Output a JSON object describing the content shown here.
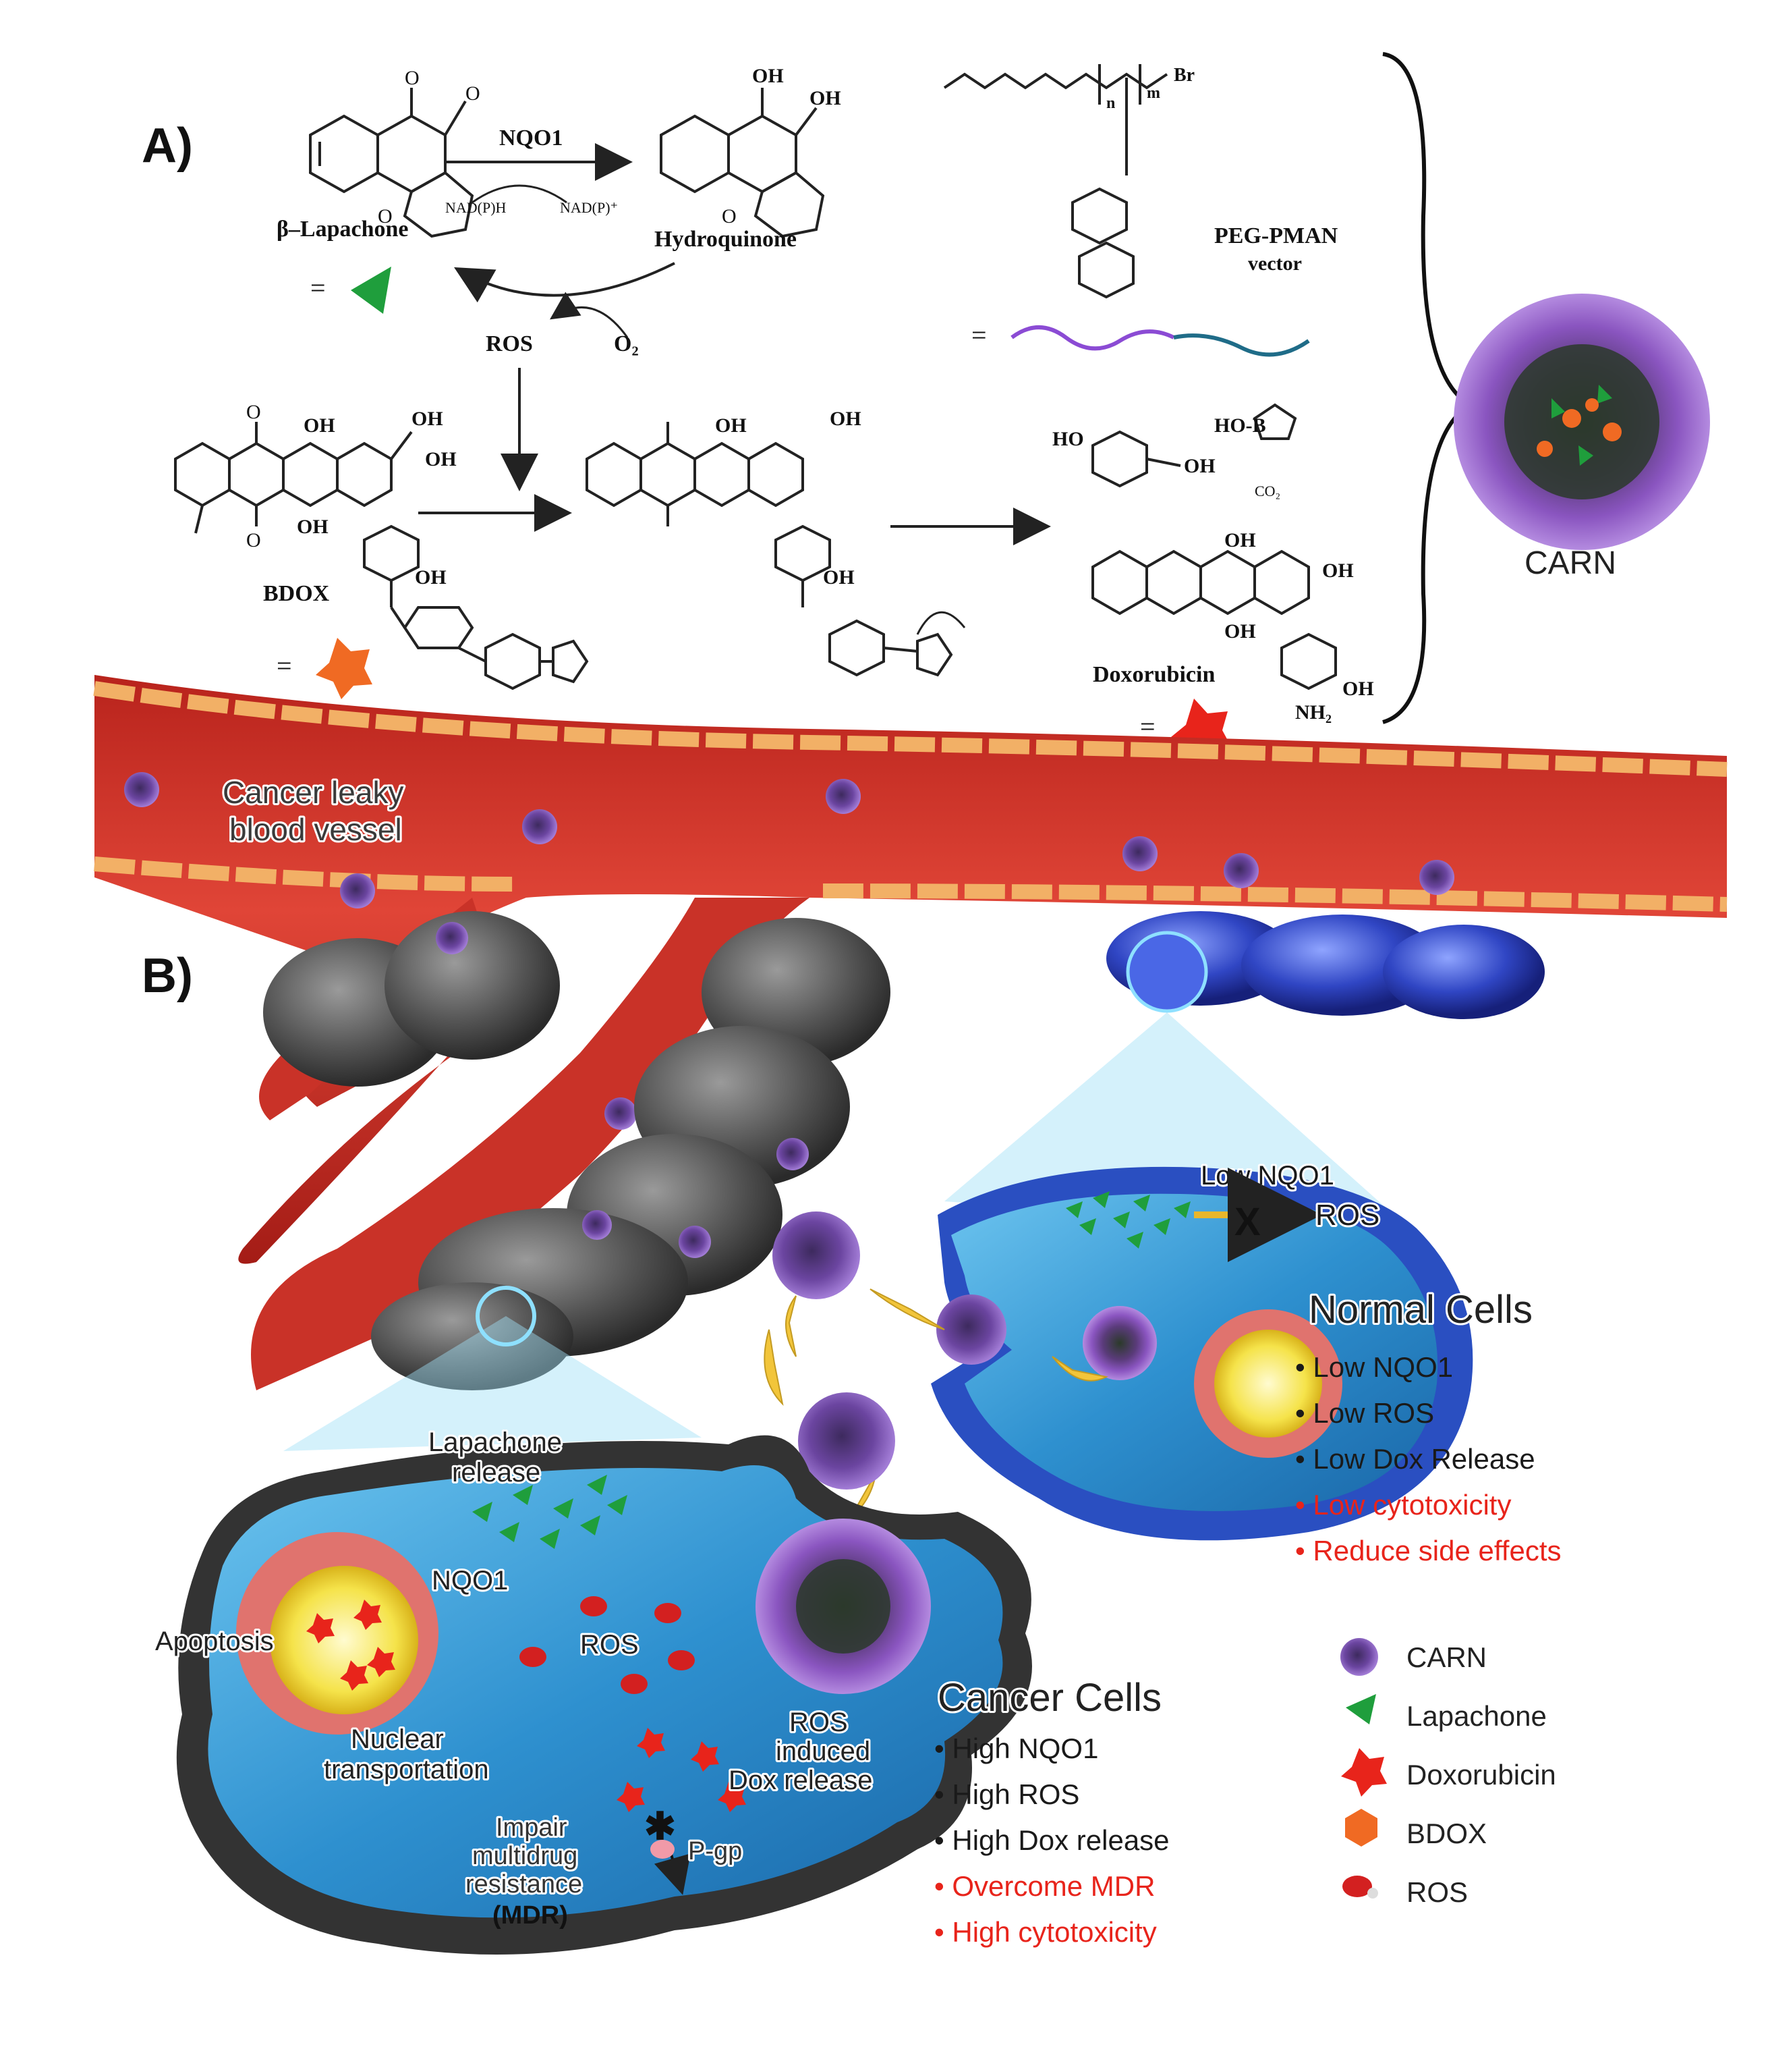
{
  "panel_a": {
    "label": "A)",
    "nqo1_arrow": "NQO1",
    "nadph": "NAD(P)H",
    "nadp": "NAD(P)⁺",
    "lapachone": "β–Lapachone",
    "hydroquinone": "Hydroquinone",
    "ros": "ROS",
    "o2": "O₂",
    "peg_label": "PEG-PMAN",
    "vector_label": "vector",
    "bdox": "BDOX",
    "doxorubicin": "Doxorubicin",
    "co2": "CO₂",
    "carn": "CARN",
    "equals": "=",
    "oh": "OH",
    "nh2": "NH₂",
    "br": "Br",
    "m": "m",
    "n": "n"
  },
  "panel_b": {
    "label": "B)",
    "vessel_line1": "Cancer leaky",
    "vessel_line2": "blood vessel",
    "low_nqo1": "Low NQO1",
    "ros_blocked": "ROS",
    "blocked_mark": "X",
    "normal_title": "Normal Cells",
    "normal_items": [
      {
        "text": "Low NQO1",
        "color": "#1a1a1a"
      },
      {
        "text": "Low ROS",
        "color": "#1a1a1a"
      },
      {
        "text": "Low Dox Release",
        "color": "#1a1a1a"
      },
      {
        "text": "Low cytotoxicity",
        "color": "#e8241b"
      },
      {
        "text": "Reduce side effects",
        "color": "#e8241b"
      }
    ],
    "lapachone_release_1": "Lapachone",
    "lapachone_release_2": "release",
    "nqo1": "NQO1",
    "ros": "ROS",
    "apoptosis": "Apoptosis",
    "nuclear_1": "Nuclear",
    "nuclear_2": "transportation",
    "ros_induced_1": "ROS",
    "ros_induced_2": "induced",
    "ros_induced_3": "Dox release",
    "impair_1": "Impair",
    "impair_2": "multidrug",
    "impair_3": "resistance",
    "impair_4": "(MDR)",
    "pgp": "P-gp",
    "cancer_title": "Cancer Cells",
    "cancer_items": [
      {
        "text": "High NQO1",
        "color": "#1a1a1a"
      },
      {
        "text": "High ROS",
        "color": "#1a1a1a"
      },
      {
        "text": "High Dox release",
        "color": "#1a1a1a"
      },
      {
        "text": "Overcome MDR",
        "color": "#e8241b"
      },
      {
        "text": "High cytotoxicity",
        "color": "#e8241b"
      }
    ],
    "bullet": "•"
  },
  "legend": [
    {
      "icon": "carn-icon",
      "label": "CARN"
    },
    {
      "icon": "lapachone-icon",
      "label": "Lapachone"
    },
    {
      "icon": "doxorubicin-icon",
      "label": "Doxorubicin"
    },
    {
      "icon": "bdox-icon",
      "label": "BDOX"
    },
    {
      "icon": "ros-icon",
      "label": "ROS"
    }
  ],
  "colors": {
    "lapachone": "#1f9e3c",
    "doxorubicin": "#e8241b",
    "bdox": "#f06a23",
    "vessel": "#d8392f",
    "cell_fluid": "#3fa3d9",
    "carn_shell": "#7b3fa0",
    "red_text": "#e8241b"
  }
}
